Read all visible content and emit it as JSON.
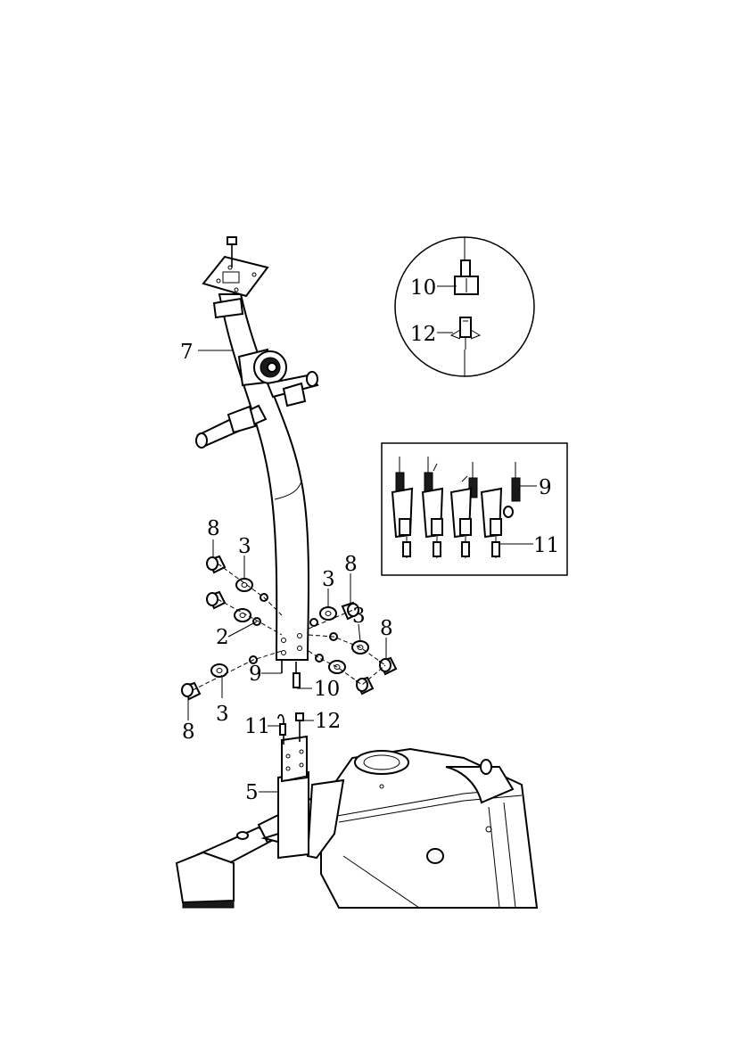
{
  "diagram": {
    "labels": {
      "l2": "2",
      "l3a": "3",
      "l3b": "3",
      "l3c": "3",
      "l3d": "3",
      "l5": "5",
      "l7": "7",
      "l8a": "8",
      "l8b": "8",
      "l8c": "8",
      "l8d": "8",
      "l9": "9",
      "l10": "10",
      "l11": "11",
      "l12": "12"
    },
    "circle_inset": {
      "l10": "10",
      "l12": "12"
    },
    "box_inset": {
      "l9": "9",
      "l11": "11"
    }
  }
}
